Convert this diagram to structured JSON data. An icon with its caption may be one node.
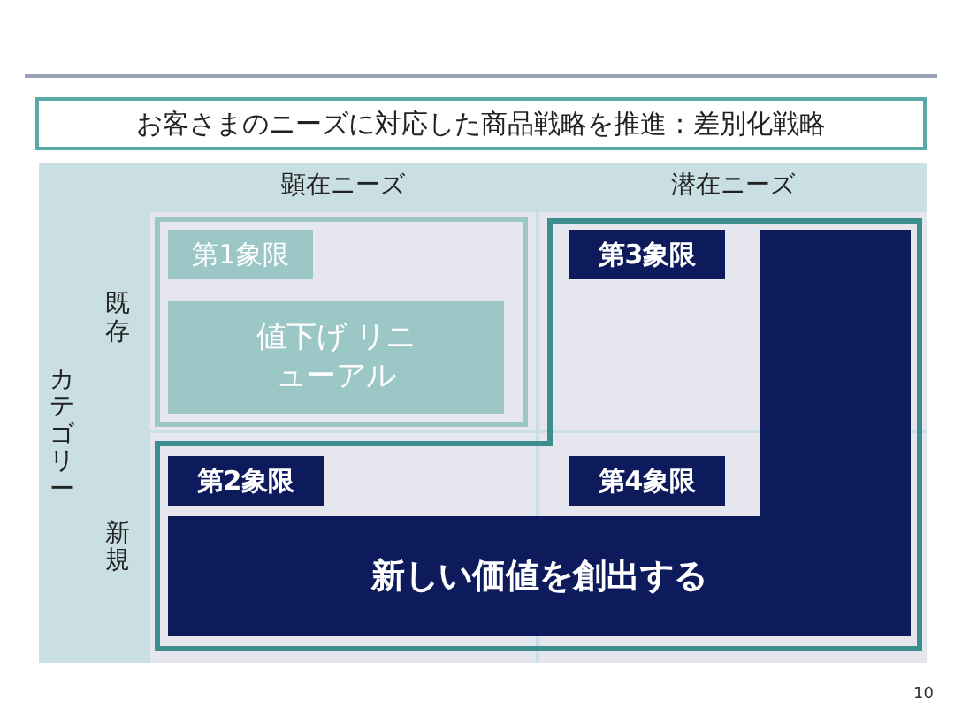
{
  "diagram": {
    "nodes": [
      {
        "text": [
          "お客さまのニーズに対応した商品戦略を推進：差別化戦略"
        ]
      },
      {
        "text": [
          "顕在ニーズ"
        ]
      },
      {
        "text": [
          "潜在ニーズ"
        ]
      },
      {
        "text": [
          "カテゴリー"
        ]
      },
      {
        "text": [
          "既存"
        ]
      },
      {
        "text": [
          "新規"
        ]
      },
      {
        "text": [
          "第1象限"
        ]
      },
      {
        "text": [
          "値下げ リニューアル"
        ]
      },
      {
        "text": [
          "第3象限"
        ]
      },
      {
        "text": [
          "第2象限"
        ]
      },
      {
        "text": [
          "第4象限"
        ]
      },
      {
        "text": [
          "新しい価値を創出する"
        ]
      }
    ],
    "labels": [
      "10"
    ]
  }
}
